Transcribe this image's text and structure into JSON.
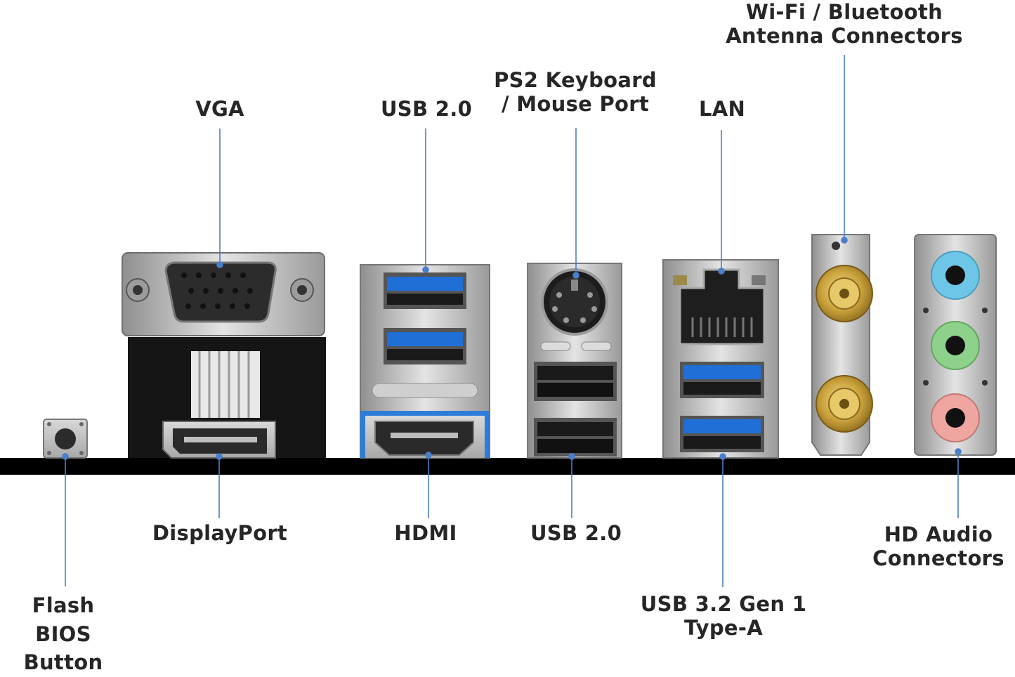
{
  "colors": {
    "leader": "#4a7ec8",
    "board": "#000000",
    "usb3_blue": "#1f6fd6",
    "audio_blue": "#6ec6e6",
    "audio_green": "#8ed18a",
    "audio_pink": "#f0a6a0",
    "gold": "#c9a13b",
    "silver": "#bdbdbd"
  },
  "labels": {
    "wifi": {
      "line1": "Wi-Fi / Bluetooth",
      "line2": "Antenna Connectors"
    },
    "vga": "VGA",
    "usb20_top": "USB 2.0",
    "ps2": {
      "line1": "PS2 Keyboard",
      "line2": "/ Mouse Port"
    },
    "lan": "LAN",
    "displayport": "DisplayPort",
    "hdmi": "HDMI",
    "usb20_bottom": "USB 2.0",
    "audio": {
      "line1": "HD Audio",
      "line2": "Connectors"
    },
    "usb32": {
      "line1": "USB 3.2 Gen 1",
      "line2": "Type-A"
    },
    "flash": {
      "line1": "Flash",
      "line2": "BIOS",
      "line3": "Button"
    }
  },
  "icons": [
    "flash-bios-button-icon",
    "vga-port-icon",
    "displayport-port-icon",
    "usb3-port-icon",
    "hdmi-port-icon",
    "ps2-port-icon",
    "usb2-port-icon",
    "lan-port-icon",
    "antenna-connector-icon",
    "audio-jack-icon"
  ]
}
